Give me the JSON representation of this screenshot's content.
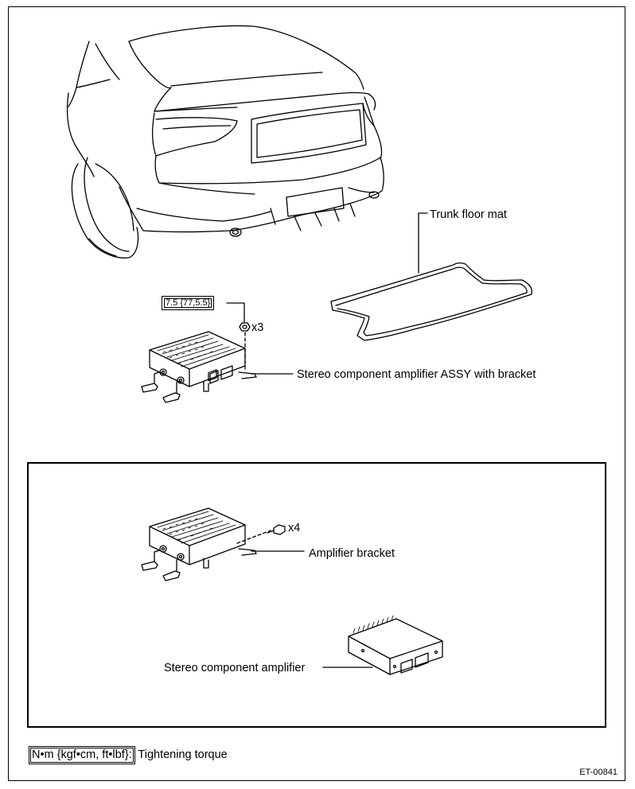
{
  "labels": {
    "trunk_floor_mat": "Trunk floor mat",
    "stereo_amp_assy": "Stereo component amplifier ASSY with bracket",
    "torque_value": "7.5 {77,5.5}",
    "nut_count": "x3",
    "bolt_count": "x4",
    "amplifier_bracket": "Amplifier bracket",
    "stereo_amp": "Stereo component amplifier"
  },
  "legend": {
    "unit_box": "N•m {kgf•cm, ft•lbf}:",
    "description": "Tightening torque"
  },
  "figure_code": "ET-00841",
  "icons": [
    "car-rear-icon",
    "trunk-mat-icon",
    "amplifier-with-bracket-icon",
    "nut-icon",
    "bolt-icon",
    "bracket-icon",
    "amplifier-icon"
  ]
}
